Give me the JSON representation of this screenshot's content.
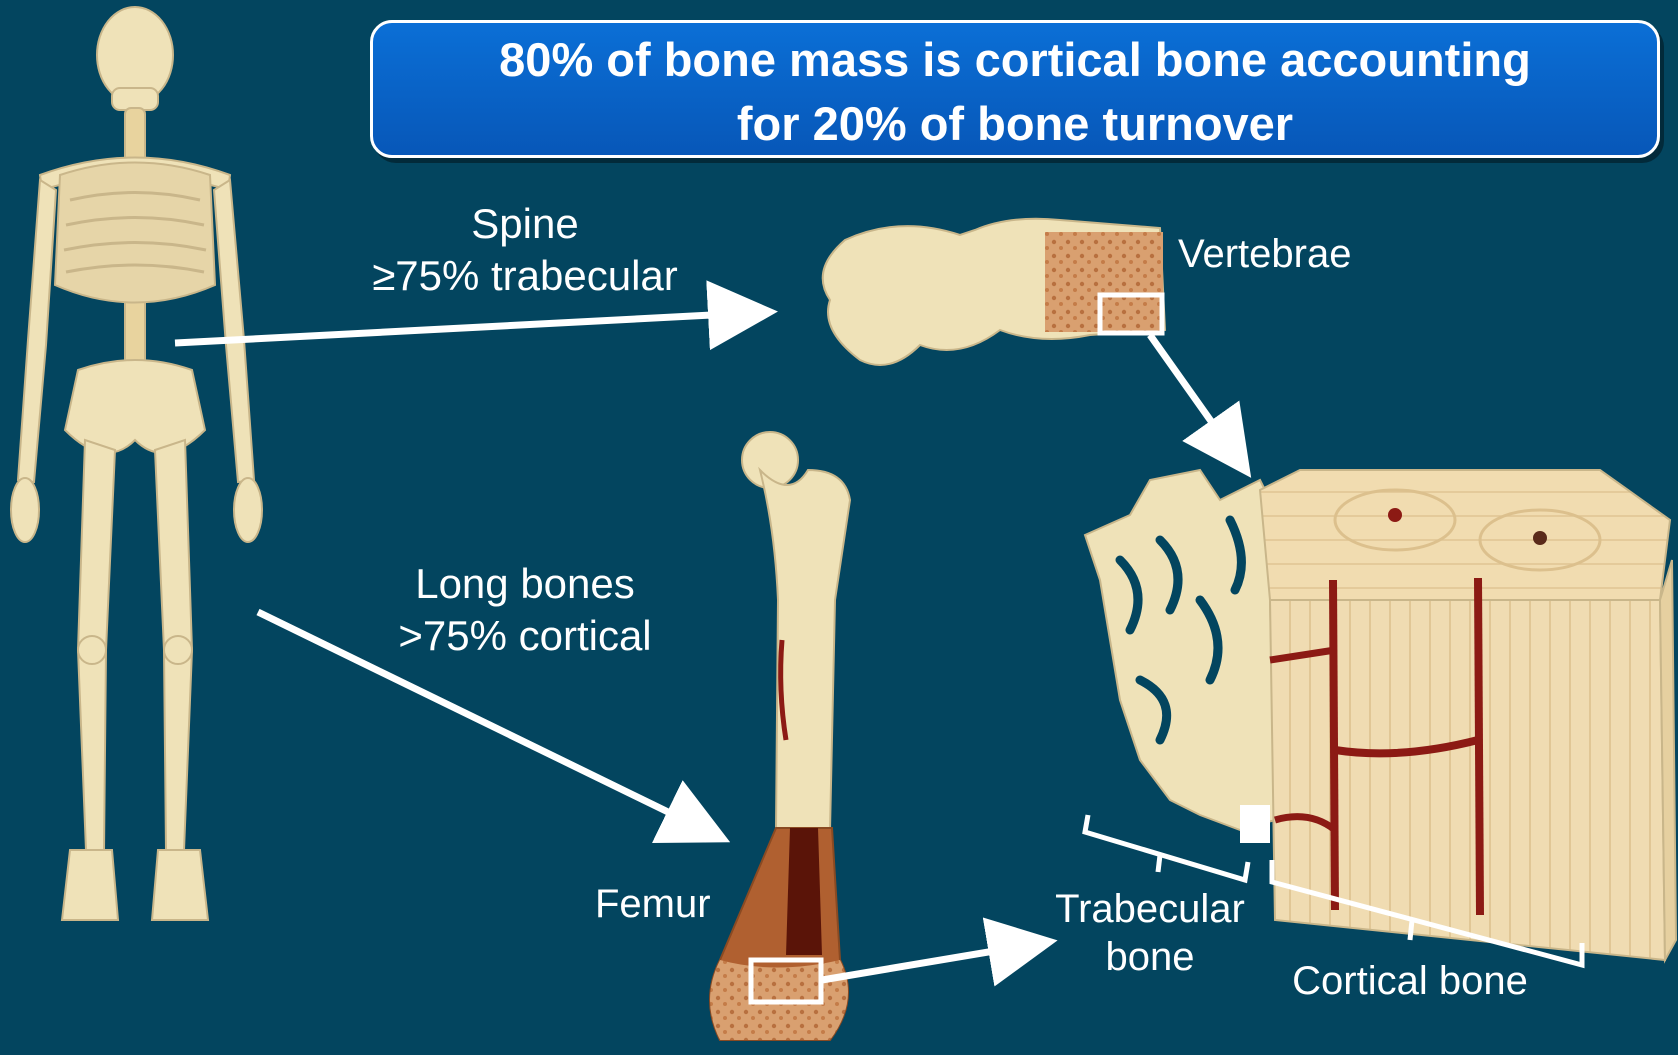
{
  "title": {
    "line1": "80% of bone mass is cortical bone accounting",
    "line2": "for 20% of bone turnover"
  },
  "labels": {
    "spine_line1": "Spine",
    "spine_line2": "≥75% trabecular",
    "long_line1": "Long bones",
    "long_line2": ">75% cortical",
    "vertebrae": "Vertebrae",
    "femur": "Femur",
    "trabecular_line1": "Trabecular",
    "trabecular_line2": "bone",
    "cortical": "Cortical bone"
  },
  "colors": {
    "background": "#03455f",
    "title_fill": "#0a66cc",
    "bone": "#efe2b8",
    "marrow": "#b86a3a",
    "vessel": "#8c1a14"
  }
}
